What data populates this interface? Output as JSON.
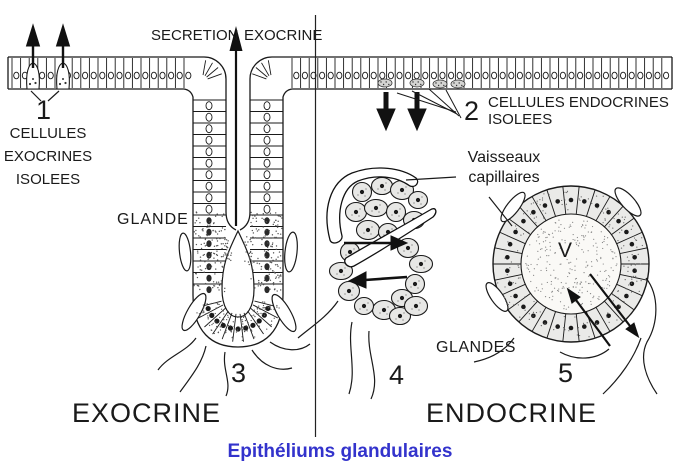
{
  "caption": {
    "text": "Epithéliums glandulaires"
  },
  "colors": {
    "ink": "#1a1a1a",
    "caption_blue": "#3333cc"
  },
  "exocrine": {
    "heading": "EXOCRINE",
    "secretion_word1": "SECRETION",
    "secretion_word2": "EXOCRINE",
    "number_isolated": "1",
    "isolated_line1": "CELLULES",
    "isolated_line2": "EXOCRINES",
    "isolated_line3": "ISOLEES",
    "gland_label": "GLANDE",
    "figure_number": "3"
  },
  "endocrine": {
    "heading": "ENDOCRINE",
    "number_isolated": "2",
    "isolated_line1": "CELLULES ENDOCRINES",
    "isolated_line2": "ISOLEES",
    "capillaries_line1": "Vaisseaux",
    "capillaries_line2": "capillaires",
    "glands_label": "GLANDES",
    "figure_number_cluster": "4",
    "figure_number_follicle": "5",
    "vessel_letter": "V"
  }
}
